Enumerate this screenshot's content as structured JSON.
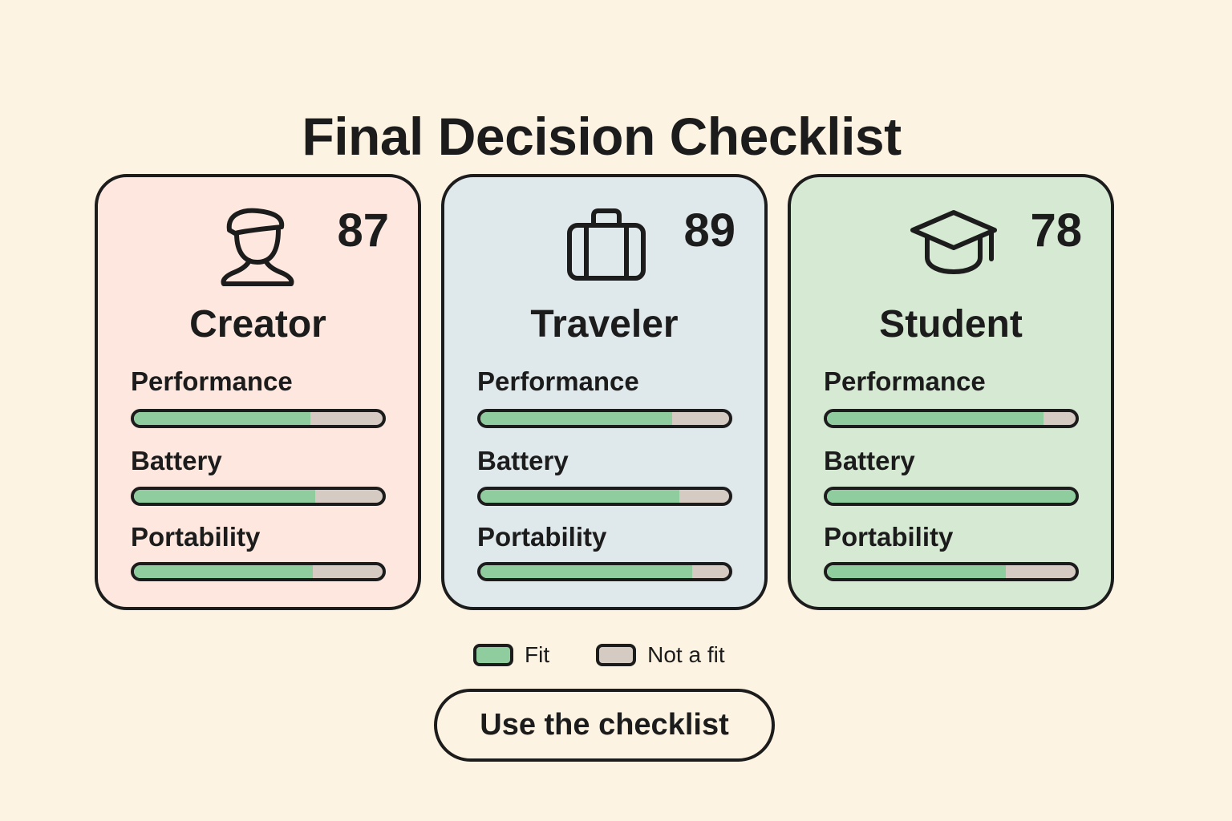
{
  "title": "Final Decision Checklist",
  "colors": {
    "background": "#fdf3e2",
    "fit": "#8fcc9e",
    "not_fit": "#d5cbc3",
    "outline": "#1c1c1c"
  },
  "cards": [
    {
      "name": "Creator",
      "score": "87",
      "icon": "person-icon",
      "bg": "#fde7de",
      "metrics": [
        {
          "label": "Performance",
          "fit_pct": 71
        },
        {
          "label": "Battery",
          "fit_pct": 73
        },
        {
          "label": "Portability",
          "fit_pct": 72
        }
      ]
    },
    {
      "name": "Traveler",
      "score": "89",
      "icon": "suitcase-icon",
      "bg": "#dfe8ea",
      "metrics": [
        {
          "label": "Performance",
          "fit_pct": 77
        },
        {
          "label": "Battery",
          "fit_pct": 80
        },
        {
          "label": "Portability",
          "fit_pct": 85
        }
      ]
    },
    {
      "name": "Student",
      "score": "78",
      "icon": "graduation-cap-icon",
      "bg": "#d6e9d3",
      "metrics": [
        {
          "label": "Performance",
          "fit_pct": 87
        },
        {
          "label": "Battery",
          "fit_pct": 100
        },
        {
          "label": "Portability",
          "fit_pct": 72
        }
      ]
    }
  ],
  "legend": {
    "fit_label": "Fit",
    "not_fit_label": "Not a fit"
  },
  "cta": {
    "label": "Use the checklist"
  }
}
